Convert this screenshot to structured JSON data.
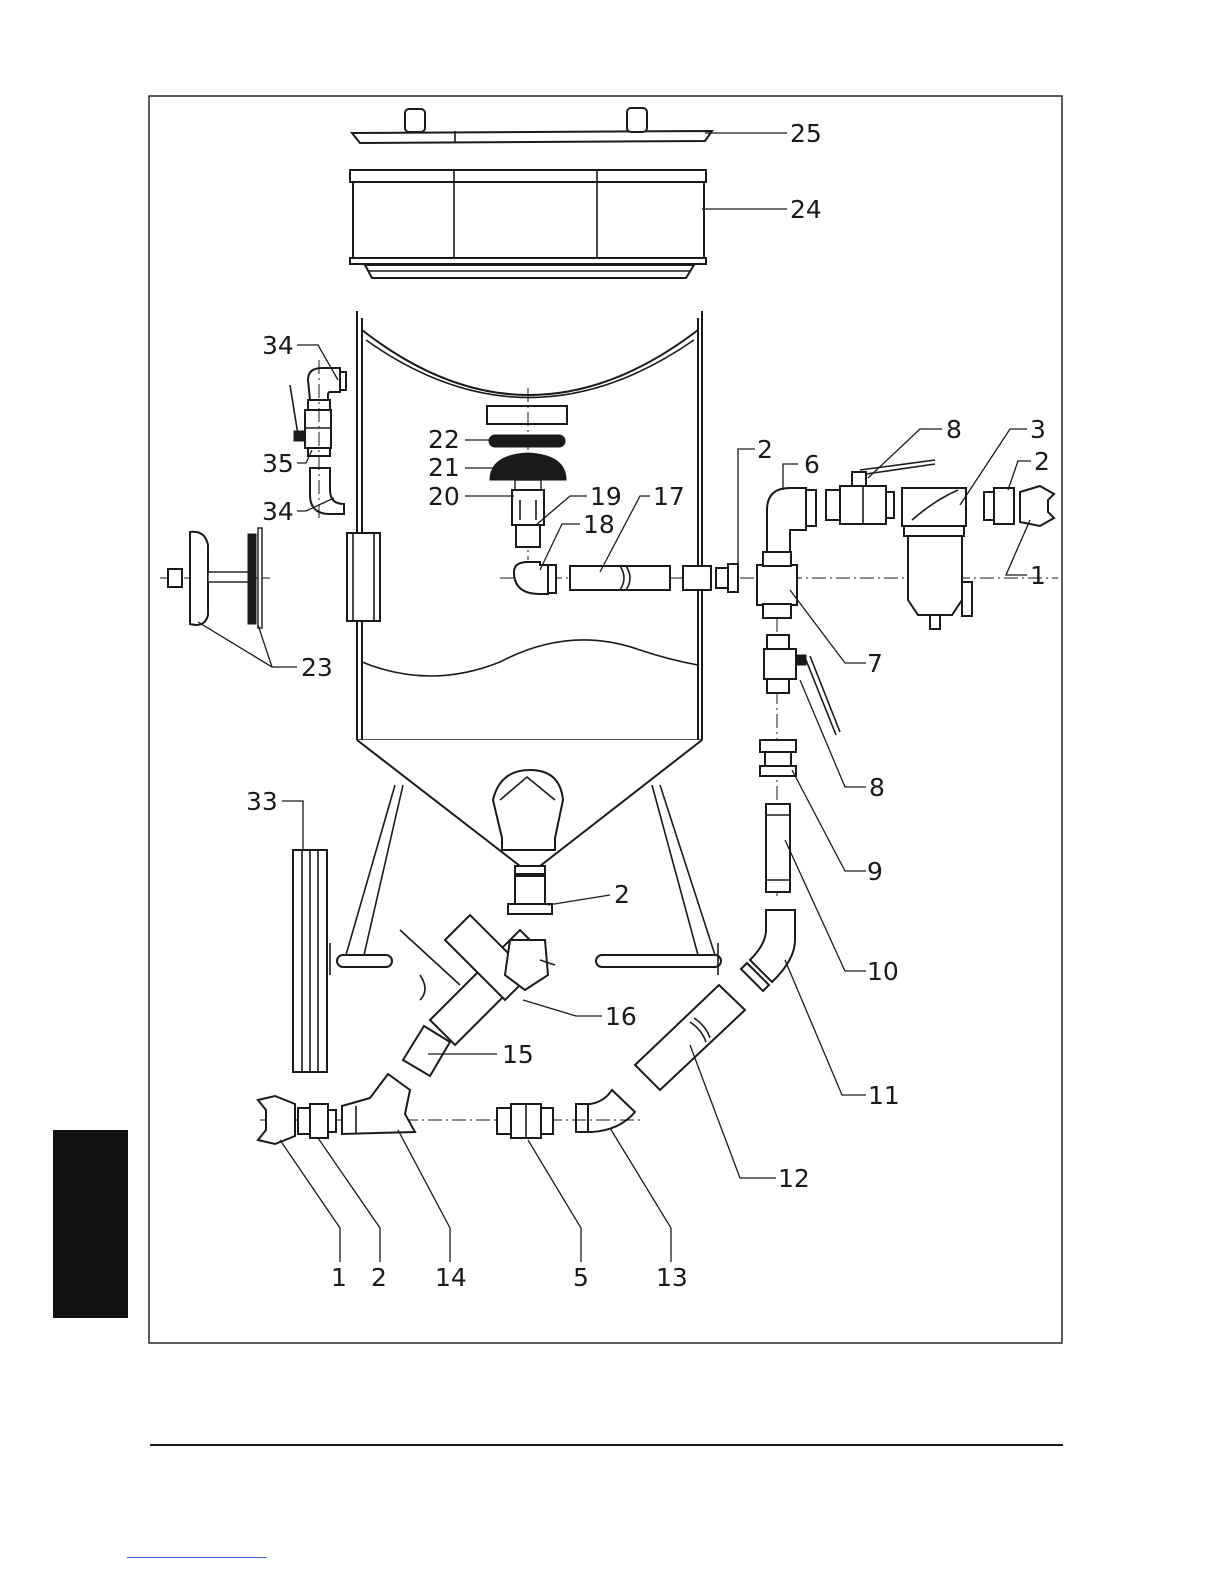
{
  "callouts": [
    "25",
    "24",
    "34",
    "35",
    "34",
    "22",
    "21",
    "20",
    "19",
    "17",
    "18",
    "2",
    "6",
    "8",
    "3",
    "2",
    "1",
    "23",
    "7",
    "8",
    "9",
    "10",
    "33",
    "2",
    "16",
    "15",
    "11",
    "12",
    "1",
    "2",
    "14",
    "5",
    "13"
  ],
  "colors": {
    "ink": "#1a1a1a",
    "background": "#ffffff",
    "tab": "#111111"
  }
}
